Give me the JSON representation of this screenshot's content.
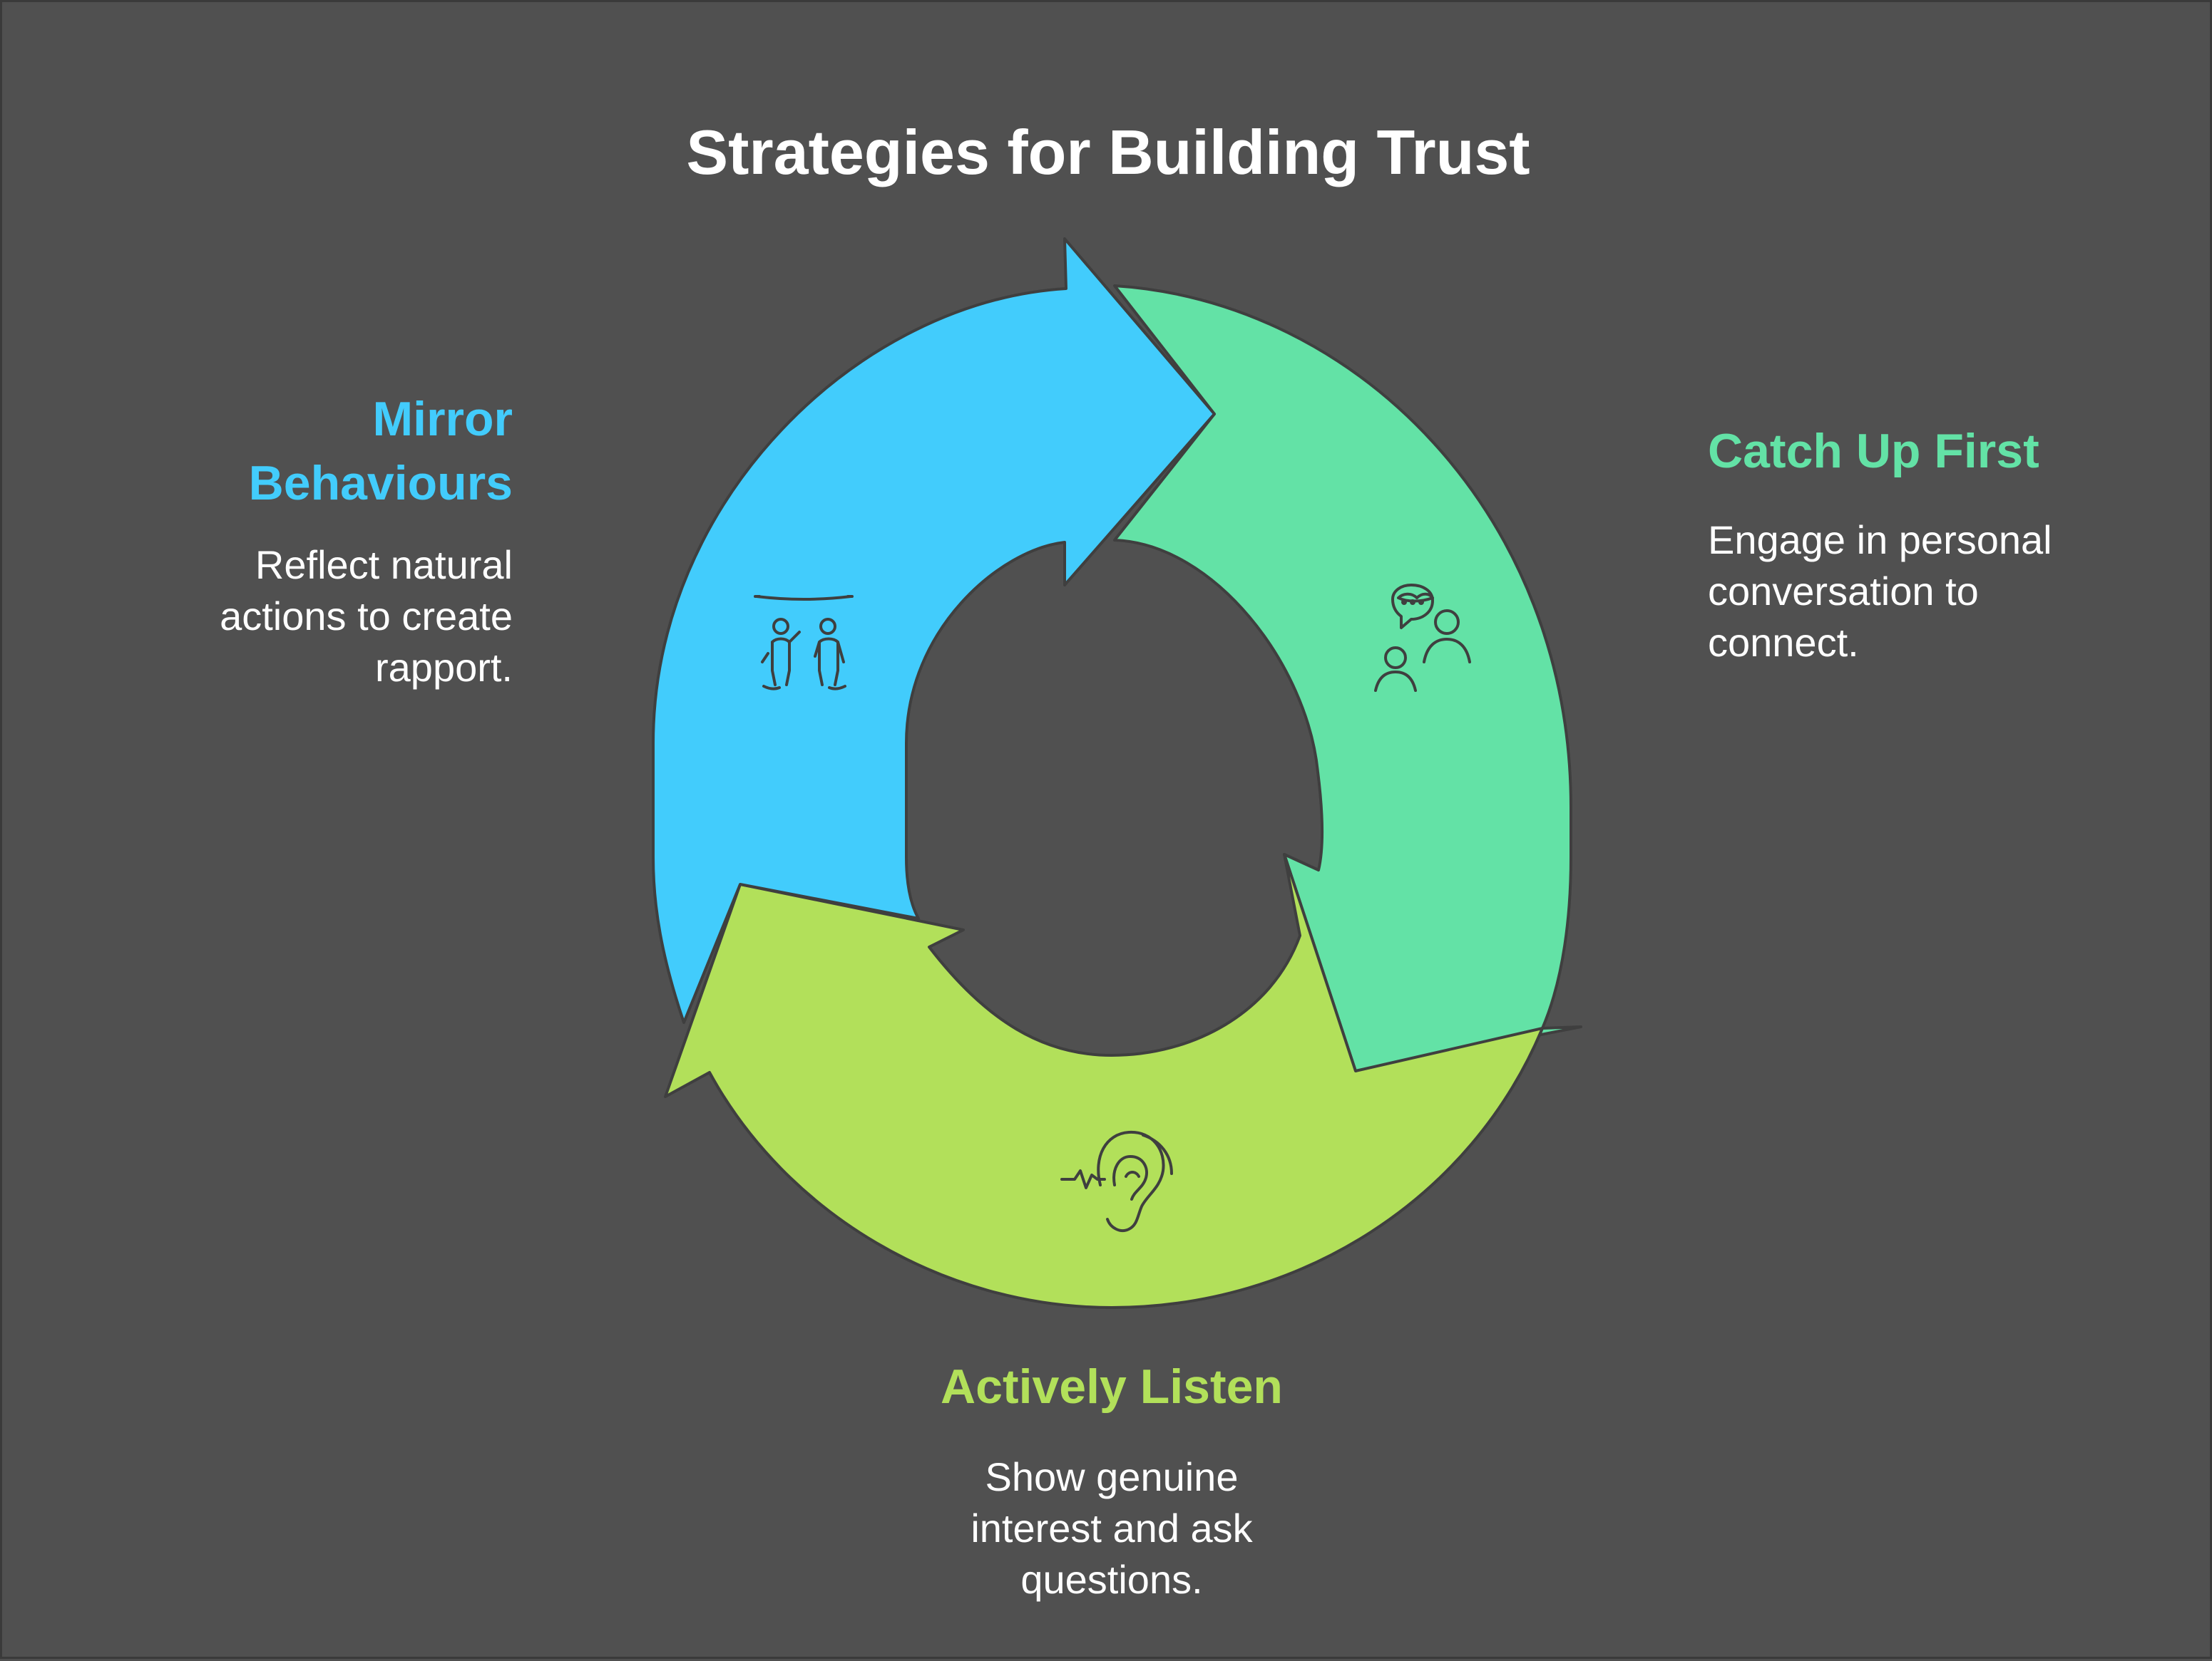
{
  "title": "Strategies for Building Trust",
  "colors": {
    "background": "#505050",
    "mirror": "#42ccfc",
    "catch_up": "#63e2a6",
    "listen": "#b2e05a",
    "text": "#ffffff",
    "icon_stroke": "#3f3f3f"
  },
  "steps": [
    {
      "heading_lines": [
        "Mirror",
        "Behaviours"
      ],
      "description_lines": [
        "Reflect natural",
        "actions to create",
        "rapport."
      ],
      "icon": "two-people-mirroring-icon"
    },
    {
      "heading_lines": [
        "Catch Up First"
      ],
      "description_lines": [
        "Engage in personal",
        "conversation to",
        "connect."
      ],
      "icon": "people-conversation-icon"
    },
    {
      "heading_lines": [
        "Actively Listen"
      ],
      "description_lines": [
        "Show genuine",
        "interest and ask",
        "questions."
      ],
      "icon": "ear-listening-icon"
    }
  ]
}
